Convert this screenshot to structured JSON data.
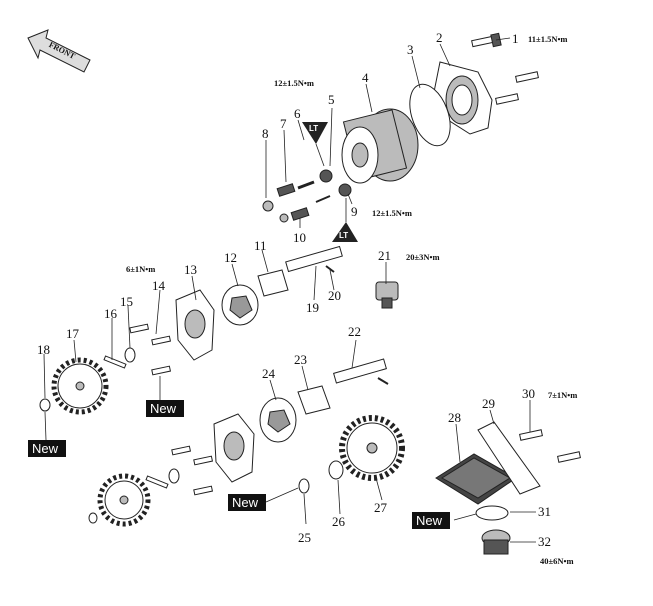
{
  "front_label": "FRONT",
  "callouts": {
    "c1": "1",
    "c2": "2",
    "c3": "3",
    "c4": "4",
    "c5": "5",
    "c6": "6",
    "c7": "7",
    "c8": "8",
    "c9": "9",
    "c10": "10",
    "c11": "11",
    "c12": "12",
    "c13": "13",
    "c14": "14",
    "c15": "15",
    "c16": "16",
    "c17": "17",
    "c18": "18",
    "c19": "19",
    "c20": "20",
    "c21": "21",
    "c22": "22",
    "c23": "23",
    "c24": "24",
    "c25": "25",
    "c26": "26",
    "c27": "27",
    "c28": "28",
    "c29": "29",
    "c30": "30",
    "c31": "31",
    "c32": "32"
  },
  "torques": {
    "t1": "11±1.5N•m",
    "t2": "12±1.5N•m",
    "t3": "12±1.5N•m",
    "t4": "6±1N•m",
    "t5": "20±3N•m",
    "t6": "7±1N•m",
    "t7": "40±6N•m"
  },
  "new_badge": "New",
  "lt_label": "LT"
}
